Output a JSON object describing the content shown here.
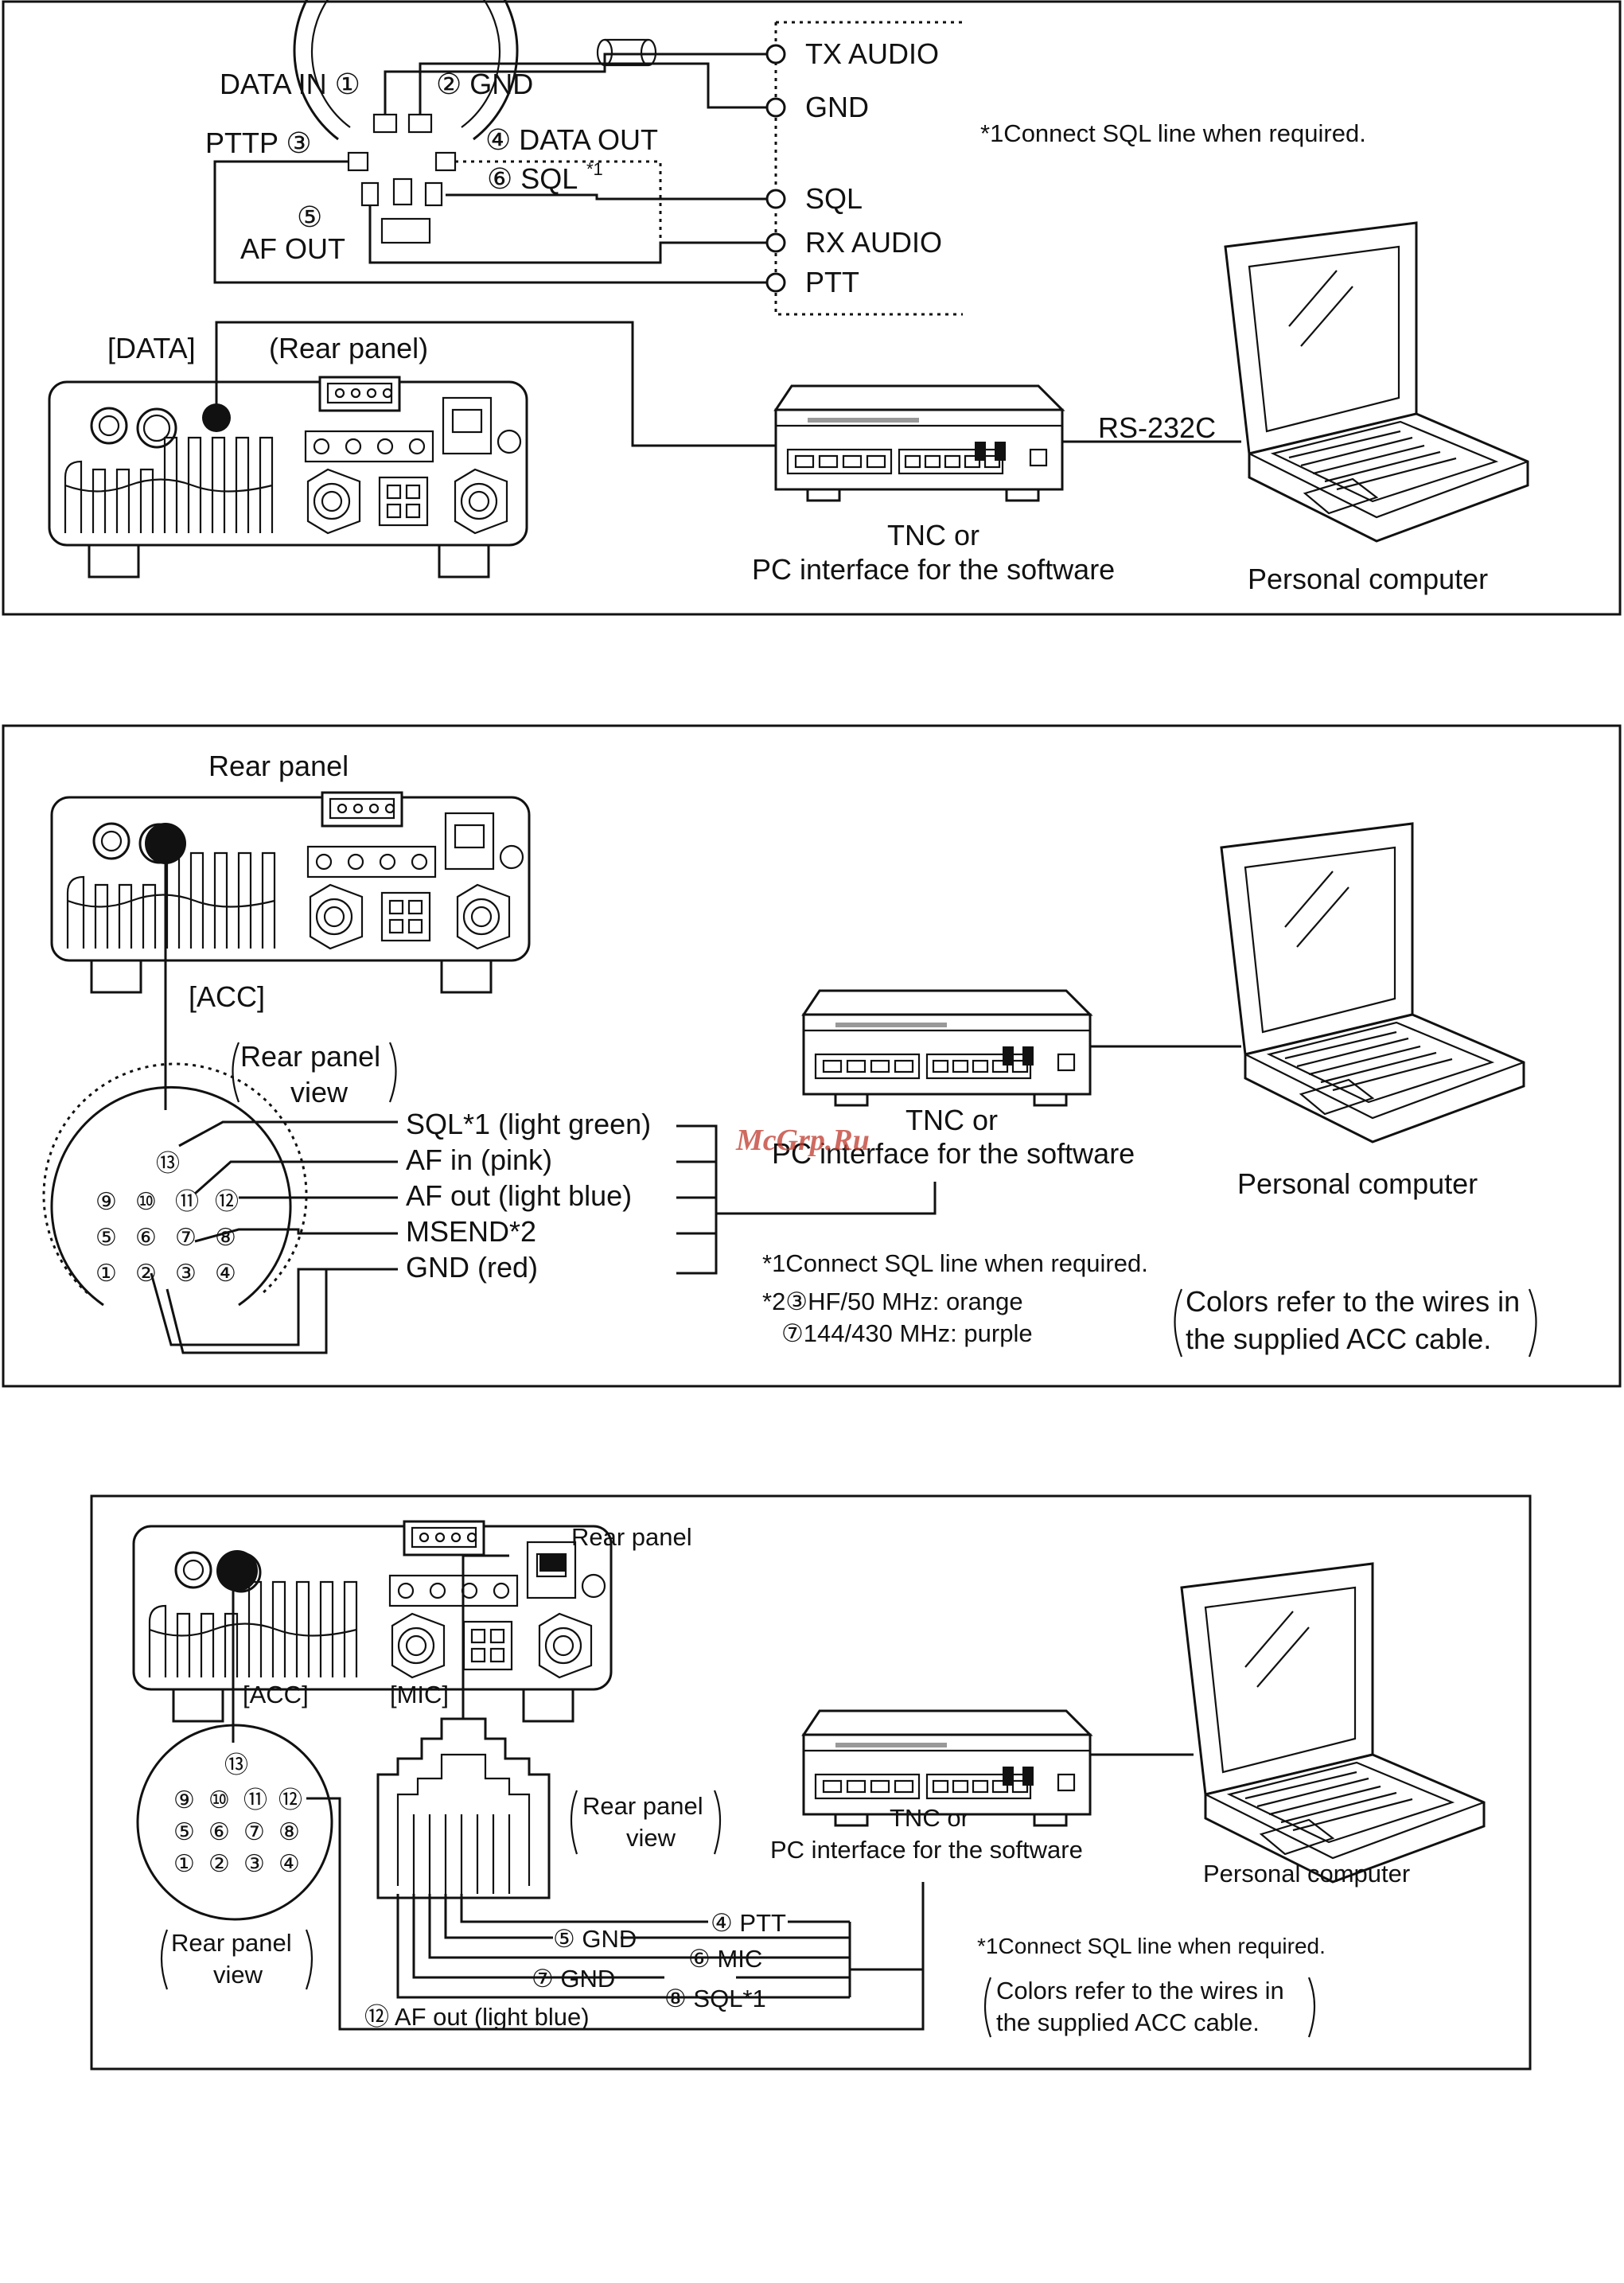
{
  "watermark": "McGrp.Ru",
  "panel1": {
    "pins": {
      "data_in": "DATA IN ①",
      "gnd": "② GND",
      "pttp": "PTTP ③",
      "data_out": "④ DATA OUT",
      "af_out_num": "⑤",
      "af_out": "AF OUT",
      "sql_num": "⑥ SQL",
      "sql_star": "*1"
    },
    "lines": {
      "tx_audio": "TX AUDIO",
      "gnd": "GND",
      "sql": "SQL",
      "rx_audio": "RX AUDIO",
      "ptt": "PTT"
    },
    "note": "*1Connect SQL line when required.",
    "data_label": "[DATA]",
    "rear_panel": "(Rear panel)",
    "rs232c": "RS-232C",
    "tnc_line1": "TNC or",
    "tnc_line2": "PC interface for the software",
    "computer": "Personal computer"
  },
  "panel2": {
    "rear_panel": "Rear panel",
    "acc": "[ACC]",
    "view_line1": "Rear panel",
    "view_line2": "view",
    "wires": {
      "sql": "SQL*1 (light green)",
      "af_in": "AF in (pink)",
      "af_out": "AF out (light blue)",
      "msend": "MSEND*2",
      "gnd": "GND (red)"
    },
    "connector_pins": {
      "row1": [
        "⑬"
      ],
      "row2": [
        "⑨",
        "⑩",
        "⑪",
        "⑫"
      ],
      "row3": [
        "⑤",
        "⑥",
        "⑦",
        "⑧"
      ],
      "row4": [
        "①",
        "②",
        "③",
        "④"
      ]
    },
    "tnc_line1": "TNC or",
    "tnc_line2": "PC interface for the software",
    "computer": "Personal computer",
    "note1": "*1Connect SQL line when required.",
    "note2a": "*2③HF/50 MHz: orange",
    "note2b": "⑦144/430 MHz: purple",
    "colors_line1": "Colors refer to the wires in",
    "colors_line2": "the supplied ACC cable."
  },
  "panel3": {
    "rear_panel": "Rear panel",
    "acc": "[ACC]",
    "mic": "[MIC]",
    "acc_view_line1": "Rear panel",
    "acc_view_line2": "view",
    "mic_view_line1": "Rear panel",
    "mic_view_line2": "view",
    "connector_pins": {
      "row1": [
        "⑬"
      ],
      "row2": [
        "⑨",
        "⑩",
        "⑪",
        "⑫"
      ],
      "row3": [
        "⑤",
        "⑥",
        "⑦",
        "⑧"
      ],
      "row4": [
        "①",
        "②",
        "③",
        "④"
      ]
    },
    "mic_lines": {
      "ptt": "④ PTT",
      "gnd5": "⑤ GND",
      "mic": "⑥ MIC",
      "gnd7": "⑦ GND",
      "sql": "⑧ SQL*1",
      "af_out": "⑫ AF out (light blue)"
    },
    "tnc_line1": "TNC or",
    "tnc_line2": "PC interface for the software",
    "computer": "Personal computer",
    "note1": "*1Connect SQL line when required.",
    "colors_line1": "Colors refer to the wires in",
    "colors_line2": "the supplied ACC cable."
  }
}
